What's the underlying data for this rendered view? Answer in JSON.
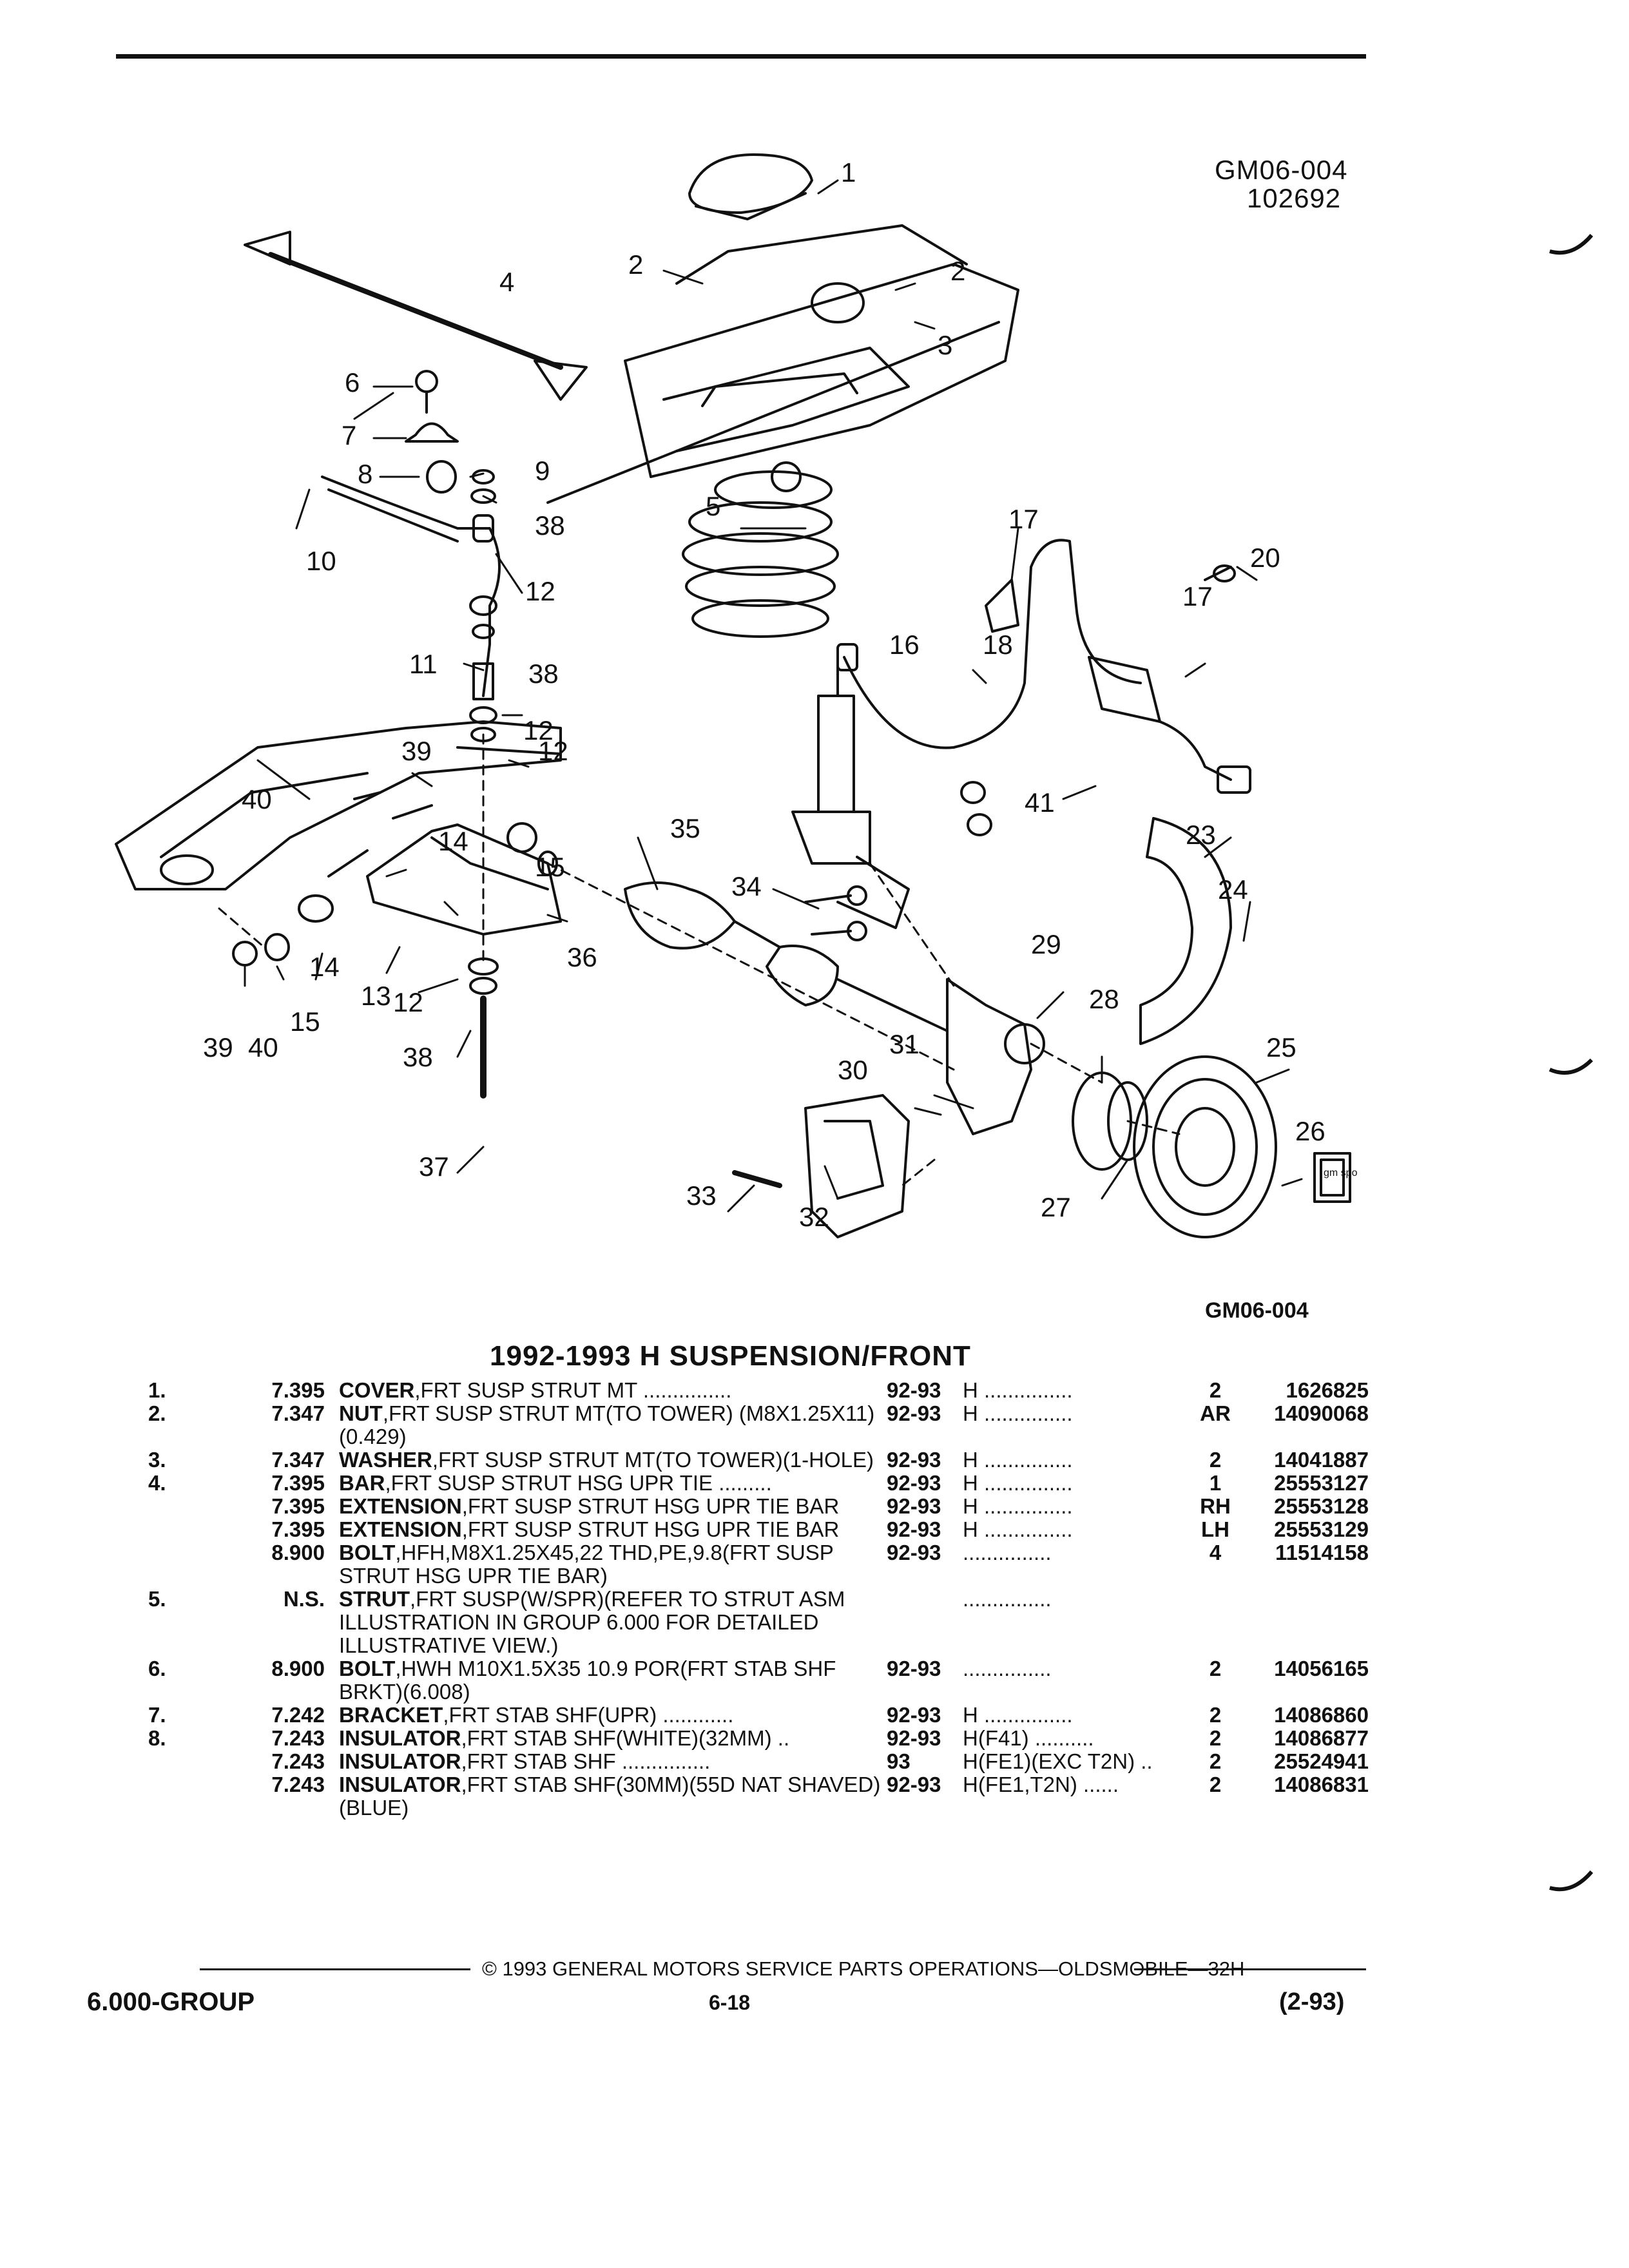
{
  "header": {
    "figure_code": "GM06-004",
    "figure_date": "102692"
  },
  "diagram": {
    "callouts": [
      "1",
      "2",
      "2",
      "3",
      "4",
      "5",
      "6",
      "7",
      "8",
      "9",
      "10",
      "11",
      "12",
      "12",
      "12",
      "12",
      "13",
      "14",
      "14",
      "15",
      "15",
      "16",
      "17",
      "17",
      "18",
      "20",
      "23",
      "24",
      "25",
      "26",
      "27",
      "28",
      "29",
      "30",
      "31",
      "32",
      "33",
      "34",
      "35",
      "36",
      "37",
      "38",
      "38",
      "38",
      "39",
      "39",
      "40",
      "40",
      "41"
    ],
    "logo_text": "gm spo"
  },
  "figure_code_bottom": "GM06-004",
  "section_title": "1992-1993 H SUSPENSION/FRONT",
  "parts": [
    {
      "no": "1.",
      "ref": "7.395",
      "name": "COVER",
      "desc": ",FRT SUSP STRUT MT ...............",
      "years": "92-93",
      "usage": "H ...............",
      "qty": "2",
      "pn": "1626825"
    },
    {
      "no": "2.",
      "ref": "7.347",
      "name": "NUT",
      "desc": ",FRT SUSP STRUT MT(TO TOWER) (M8X1.25X11)(0.429)",
      "years": "92-93",
      "usage": "H ...............",
      "qty": "AR",
      "pn": "14090068"
    },
    {
      "no": "3.",
      "ref": "7.347",
      "name": "WASHER",
      "desc": ",FRT SUSP STRUT MT(TO TOWER)(1-HOLE)",
      "years": "92-93",
      "usage": "H ...............",
      "qty": "2",
      "pn": "14041887"
    },
    {
      "no": "4.",
      "ref": "7.395",
      "name": "BAR",
      "desc": ",FRT SUSP STRUT HSG UPR TIE .........",
      "years": "92-93",
      "usage": "H ...............",
      "qty": "1",
      "pn": "25553127"
    },
    {
      "no": "",
      "ref": "7.395",
      "name": "EXTENSION",
      "desc": ",FRT SUSP STRUT HSG UPR TIE BAR",
      "years": "92-93",
      "usage": "H ...............",
      "qty": "RH",
      "pn": "25553128"
    },
    {
      "no": "",
      "ref": "7.395",
      "name": "EXTENSION",
      "desc": ",FRT SUSP STRUT HSG UPR TIE BAR",
      "years": "92-93",
      "usage": "H ...............",
      "qty": "LH",
      "pn": "25553129"
    },
    {
      "no": "",
      "ref": "8.900",
      "name": "BOLT",
      "desc": ",HFH,M8X1.25X45,22 THD,PE,9.8(FRT SUSP STRUT HSG UPR TIE BAR)",
      "years": "92-93",
      "usage": "...............",
      "qty": "4",
      "pn": "11514158"
    },
    {
      "no": "5.",
      "ref": "N.S.",
      "name": "STRUT",
      "desc": ",FRT SUSP(W/SPR)(REFER TO STRUT ASM ILLUSTRATION IN GROUP 6.000 FOR DETAILED ILLUSTRATIVE VIEW.)",
      "years": "",
      "usage": "...............",
      "qty": "",
      "pn": ""
    },
    {
      "no": "6.",
      "ref": "8.900",
      "name": "BOLT",
      "desc": ",HWH M10X1.5X35 10.9 POR(FRT STAB SHF BRKT)(6.008)",
      "years": "92-93",
      "usage": "...............",
      "qty": "2",
      "pn": "14056165"
    },
    {
      "no": "7.",
      "ref": "7.242",
      "name": "BRACKET",
      "desc": ",FRT STAB SHF(UPR) ............",
      "years": "92-93",
      "usage": "H ...............",
      "qty": "2",
      "pn": "14086860"
    },
    {
      "no": "8.",
      "ref": "7.243",
      "name": "INSULATOR",
      "desc": ",FRT STAB SHF(WHITE)(32MM) ..",
      "years": "92-93",
      "usage": "H(F41) ..........",
      "qty": "2",
      "pn": "14086877"
    },
    {
      "no": "",
      "ref": "7.243",
      "name": "INSULATOR",
      "desc": ",FRT STAB SHF ...............",
      "years": "93",
      "usage": "H(FE1)(EXC T2N) ..",
      "qty": "2",
      "pn": "25524941"
    },
    {
      "no": "",
      "ref": "7.243",
      "name": "INSULATOR",
      "desc": ",FRT STAB SHF(30MM)(55D NAT SHAVED)(BLUE)",
      "years": "92-93",
      "usage": "H(FE1,T2N) ......",
      "qty": "2",
      "pn": "14086831"
    }
  ],
  "footer": {
    "copyright": "© 1993 GENERAL MOTORS SERVICE PARTS OPERATIONS—OLDSMOBILE—32H",
    "group": "6.000-GROUP",
    "page": "6-18",
    "date": "(2-93)"
  }
}
